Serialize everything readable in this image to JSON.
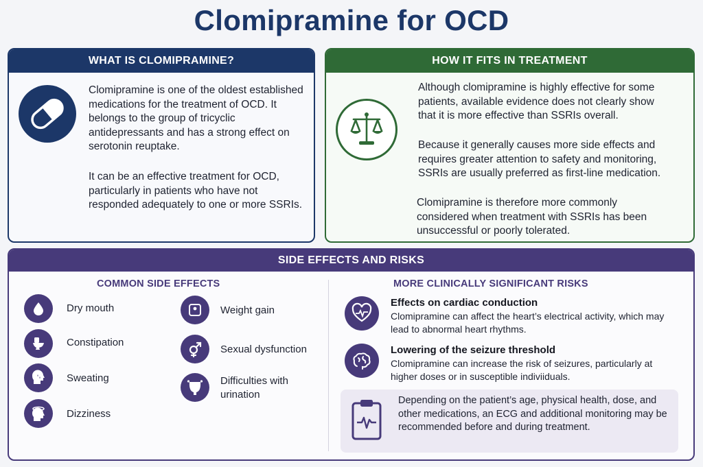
{
  "title": "Clomipramine for OCD",
  "what": {
    "heading": "WHAT IS CLOMIPRAMINE?",
    "p1": "Clomipramine is one of the oldest established medications for the treatment of OCD. It belongs to the group of tricyclic antidepressants and has a strong effect on serotonin reuptake.",
    "p2": "It can be an effective treatment for OCD, particularly in patients who have not responded adequately to one or more SSRIs."
  },
  "fits": {
    "heading": "HOW IT FITS IN TREATMENT",
    "p1": "Although clomipramine is highly effective for some patients, available evidence does not clearly show that it is more effective than SSRIs overall.",
    "p2": "Because it generally causes more side effects and requires greater attention to safety and monitoring, SSRIs are usually preferred as first-line medication.",
    "p3": "Clomipramine is therefore more commonly considered when treatment with SSRIs has been unsuccessful or poorly tolerated."
  },
  "side": {
    "heading": "SIDE EFFECTS AND RISKS",
    "common_heading": "COMMON SIDE EFFECTS",
    "common": [
      {
        "label": "Dry mouth",
        "icon": "droplet-icon"
      },
      {
        "label": "Constipation",
        "icon": "toilet-icon"
      },
      {
        "label": "Sweating",
        "icon": "sweating-head-icon"
      },
      {
        "label": "Dizziness",
        "icon": "dizzy-head-icon"
      },
      {
        "label": "Weight gain",
        "icon": "scale-icon"
      },
      {
        "label": "Sexual dysfunction",
        "icon": "gender-symbol-icon"
      },
      {
        "label": "Difficulties with urination",
        "icon": "bladder-icon"
      }
    ],
    "risks_heading": "MORE CLINICALLY SIGNIFICANT RISKS",
    "risks": [
      {
        "title": "Effects on cardiac conduction",
        "text": "Clomipramine can affect the heart’s electrical activity, which may lead to abnormal heart rhythms.",
        "icon": "heart-pulse-icon"
      },
      {
        "title": "Lowering of the seizure threshold",
        "text": "Clomipramine can increase the risk of seizures, particularly at higher doses or in susceptible indiviiduals.",
        "icon": "brain-icon"
      }
    ],
    "monitoring": "Depending on the patient’s age, physical health, dose, and other medications, an ECG and additional monitoring may be recommended before and during treatment."
  },
  "colors": {
    "navy": "#1c3768",
    "green": "#2f6a36",
    "purple": "#473a7a",
    "lavender": "#ece9f3"
  }
}
